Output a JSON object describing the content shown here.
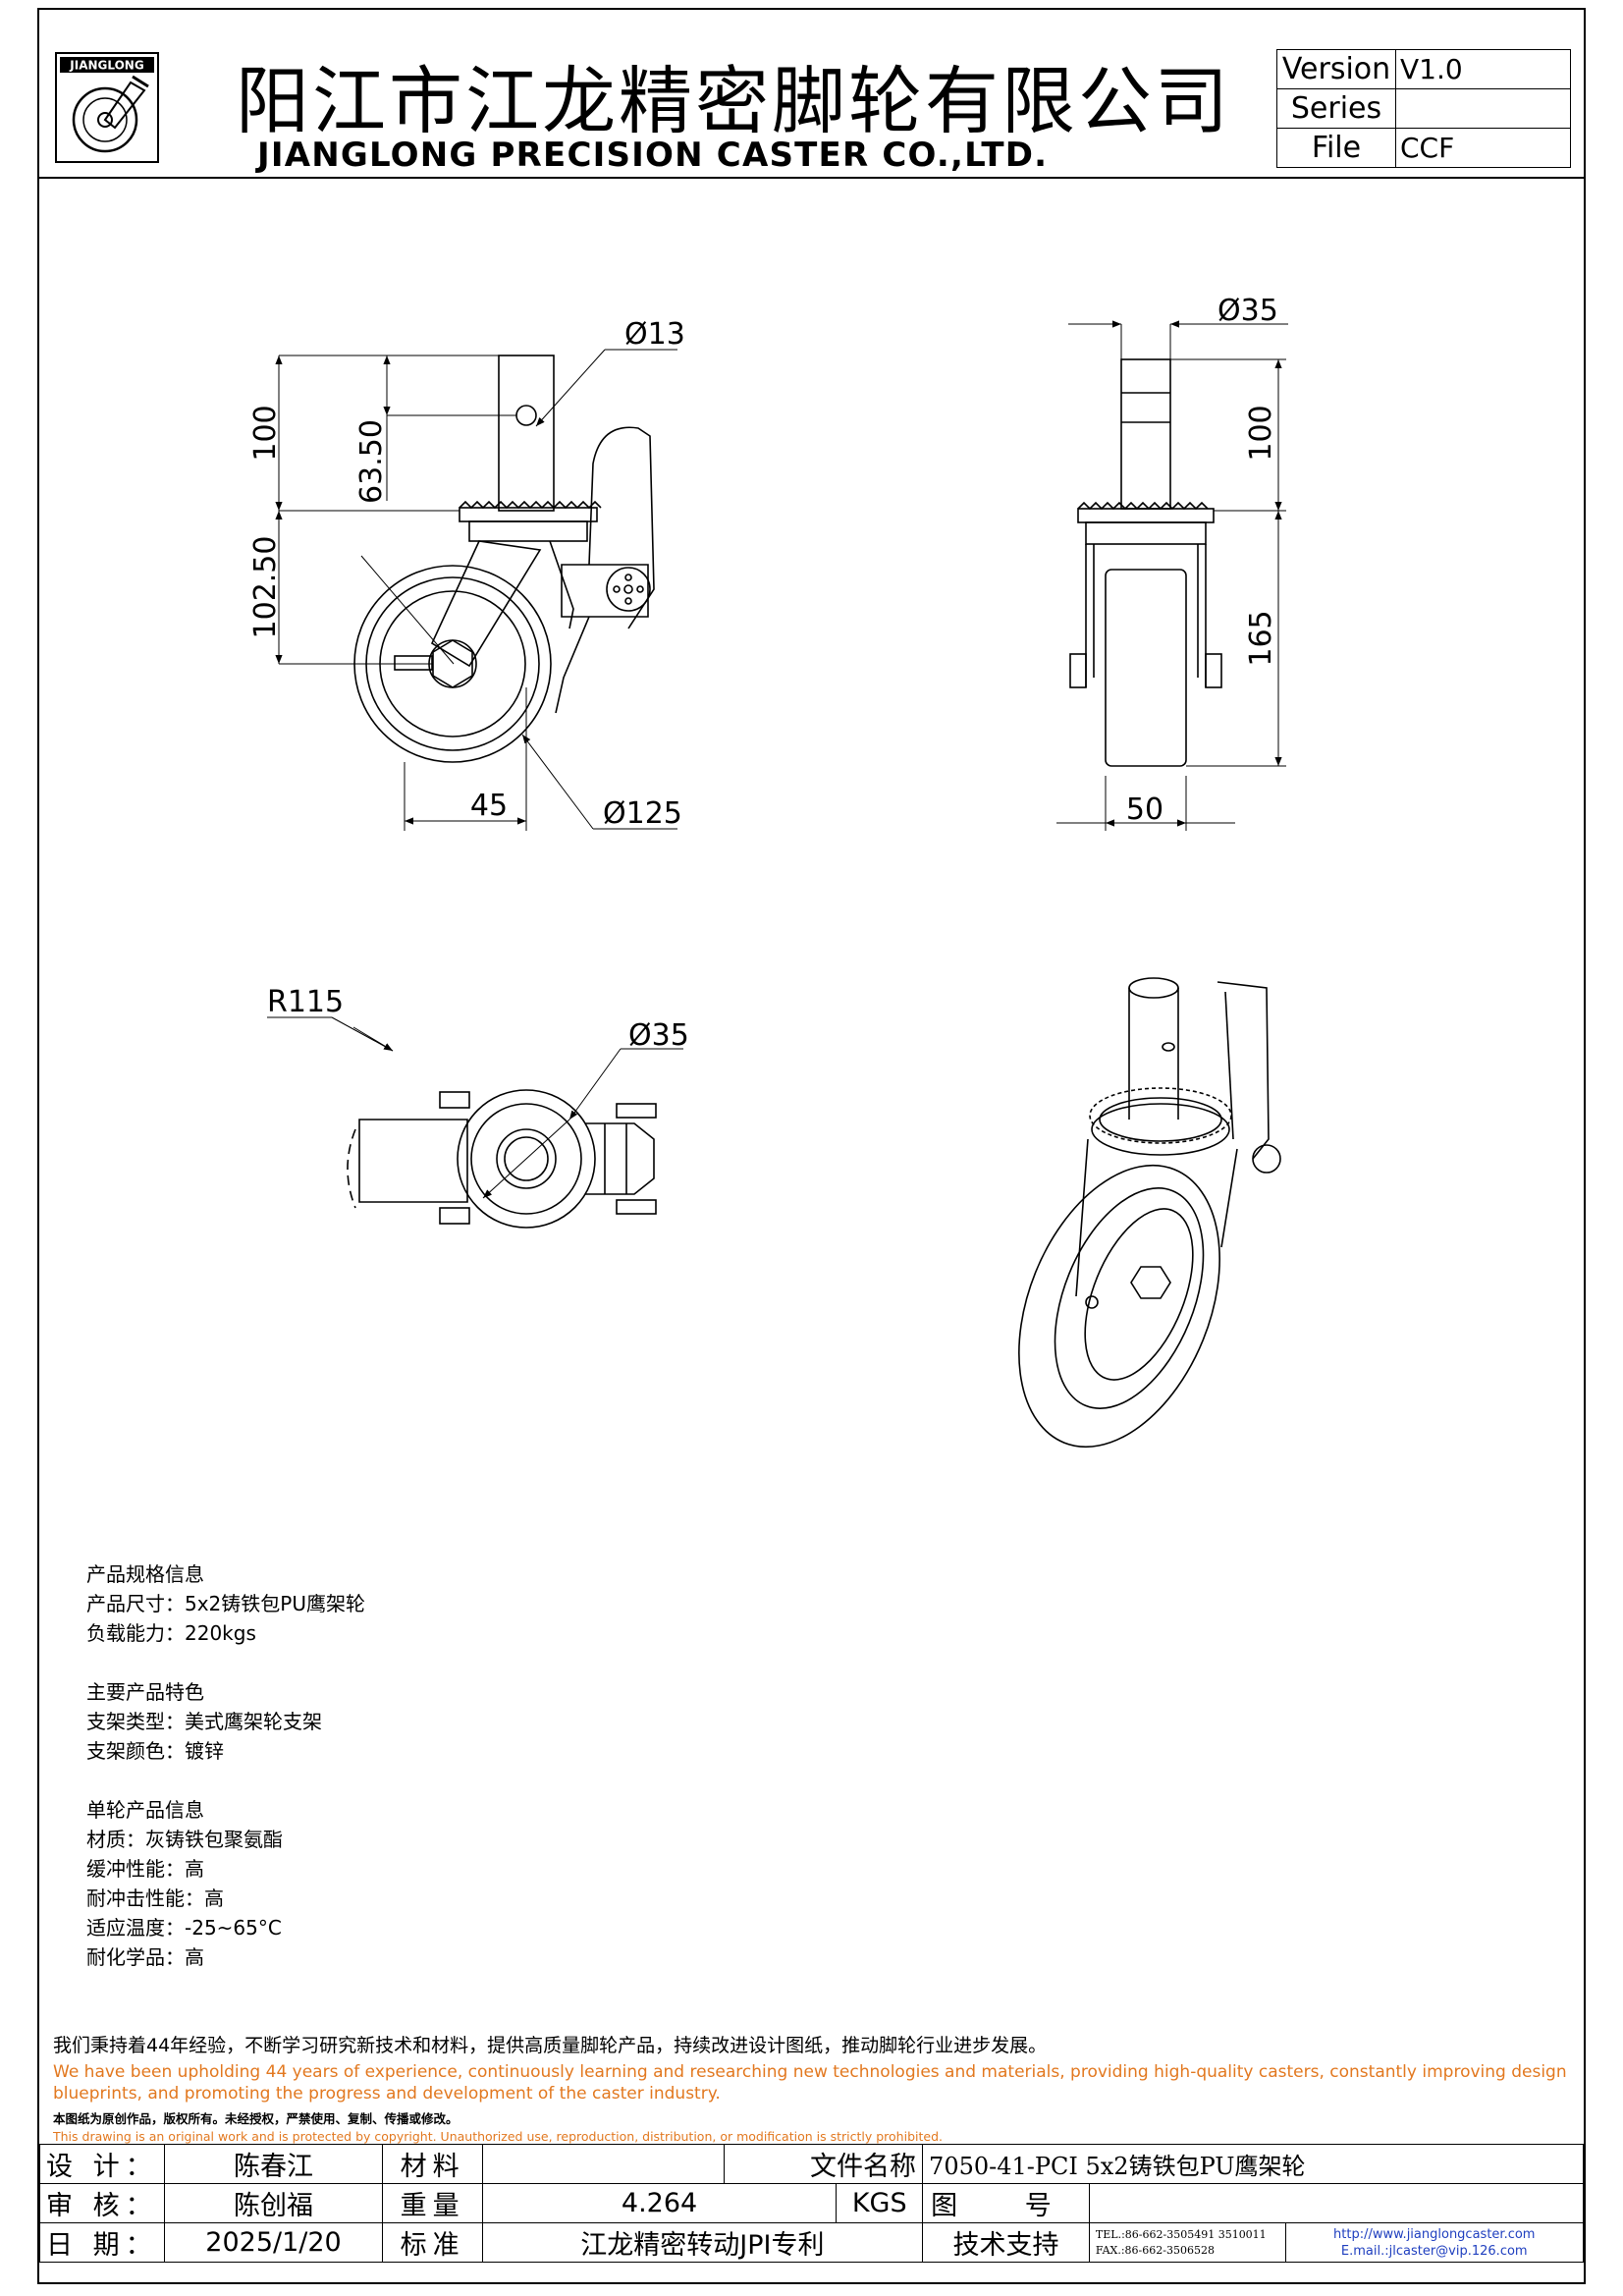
{
  "header": {
    "logo_text": "JIANGLONG",
    "title_cn": "阳江市江龙精密脚轮有限公司",
    "title_en": "JIANGLONG PRECISION CASTER CO.,LTD.",
    "meta": [
      {
        "key": "Version",
        "value": "V1.0"
      },
      {
        "key": "Series",
        "value": ""
      },
      {
        "key": "File",
        "value": "CCF"
      }
    ]
  },
  "dimensions": {
    "side": {
      "d13": "Ø13",
      "h100": "100",
      "h63": "63.50",
      "h102": "102.50",
      "w45": "45",
      "d125": "Ø125"
    },
    "front": {
      "d35": "Ø35",
      "h100": "100",
      "h165": "165",
      "w50": "50"
    },
    "top": {
      "r115": "R115",
      "d35": "Ø35"
    }
  },
  "specs": {
    "group1": {
      "title": "产品规格信息",
      "lines": [
        "产品尺寸：5x2铸铁包PU鹰架轮",
        "负载能力：220kgs"
      ]
    },
    "group2": {
      "title": "主要产品特色",
      "lines": [
        "支架类型：美式鹰架轮支架",
        "支架颜色：镀锌"
      ]
    },
    "group3": {
      "title": "单轮产品信息",
      "lines": [
        "材质：灰铸铁包聚氨酯",
        "缓冲性能：高",
        "耐冲击性能：高",
        "适应温度：-25~65°C",
        "耐化学品：高"
      ]
    }
  },
  "notes": {
    "cn": "我们秉持着44年经验，不断学习研究新技术和材料，提供高质量脚轮产品，持续改进设计图纸，推动脚轮行业进步发展。",
    "en": "We have been upholding 44 years of experience, continuously learning and researching new technologies and materials, providing high-quality casters, constantly improving design blueprints, and promoting the progress and development of the caster industry.",
    "cn_small": "本图纸为原创作品，版权所有。未经授权，严禁使用、复制、传播或修改。",
    "en_small": "This drawing is an original work and is protected by copyright. Unauthorized use, reproduction, distribution, or modification is strictly prohibited."
  },
  "title_block": {
    "design_label": "设 计：",
    "designer": "陈春江",
    "material_label": "材料",
    "material": "",
    "filename_label": "文件名称",
    "filename": "7050-41-PCI 5x2铸铁包PU鹰架轮",
    "review_label": "审 核：",
    "reviewer": "陈创福",
    "weight_label": "重量",
    "weight": "4.264",
    "weight_unit": "KGS",
    "drawing_no_label": "图 号",
    "drawing_no": "",
    "date_label": "日 期：",
    "date": "2025/1/20",
    "standard_label": "标准",
    "standard": "江龙精密转动JPI专利",
    "support_label": "技术支持",
    "tel": "TEL.:86-662-3505491 3510011",
    "fax": "FAX.:86-662-3506528",
    "website": "http://www.jianglongcaster.com",
    "email": "E.mail.:jlcaster@vip.126.com"
  }
}
